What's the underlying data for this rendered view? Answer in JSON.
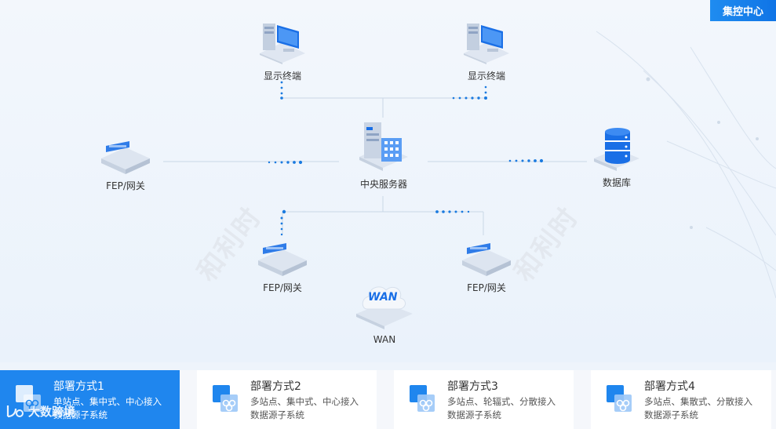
{
  "header": {
    "corner_button": "集控中心"
  },
  "nodes": {
    "display_left": "显示终端",
    "display_right": "显示终端",
    "fep_left": "FEP/网关",
    "central_server": "中央服务器",
    "database": "数据库",
    "fep_bottom_left": "FEP/网关",
    "fep_bottom_right": "FEP/网关",
    "wan": "WAN",
    "wan_icon_text": "WAN"
  },
  "watermark": {
    "text": "和利时"
  },
  "deployments": [
    {
      "title": "部署方式1",
      "line1": "单站点、集中式、中心接入",
      "line2": "数据源子系统",
      "active": true
    },
    {
      "title": "部署方式2",
      "line1": "多站点、集中式、中心接入",
      "line2": "数据源子系统",
      "active": false
    },
    {
      "title": "部署方式3",
      "line1": "多站点、轮辐式、分散接入",
      "line2": "数据源子系统",
      "active": false
    },
    {
      "title": "部署方式4",
      "line1": "多站点、集散式、分散接入",
      "line2": "数据源子系统",
      "active": false
    }
  ],
  "branding": {
    "text": "大数跨境"
  },
  "colors": {
    "accent": "#1f86ee",
    "line": "#c9d7e6",
    "dot": "#1a7ae0"
  }
}
